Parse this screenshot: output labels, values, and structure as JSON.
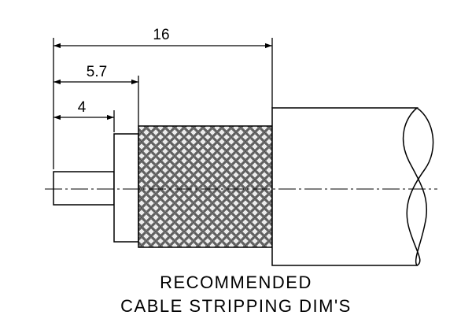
{
  "dimensions": {
    "overall": "16",
    "shield": "5.7",
    "pin": "4"
  },
  "caption": {
    "line1": "RECOMMENDED",
    "line2": "CABLE STRIPPING DIM'S"
  }
}
